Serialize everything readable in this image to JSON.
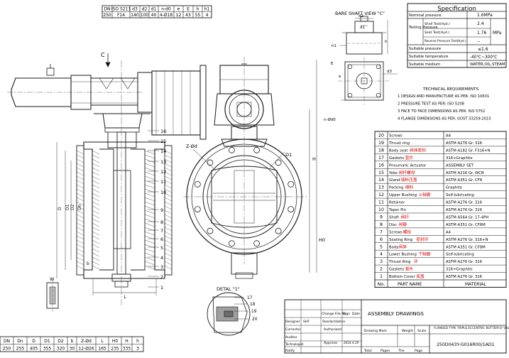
{
  "top_table": {
    "headers": [
      "DN",
      "ISO 5211",
      "d3",
      "d2",
      "d1",
      "n-d0",
      "e",
      "E",
      "h",
      "h1"
    ],
    "values": [
      "250",
      "F14",
      "140",
      "100",
      "40",
      "4-Ø18",
      "12",
      "43",
      "55",
      "4"
    ]
  },
  "bare_shaft_title": "BARE SHAFT VIEW \"C\"",
  "bare_shaft_labels": {
    "d2": "d2",
    "d1": "d1",
    "d3": "d3",
    "h1": "h1",
    "h": "h",
    "e": "e",
    "E": "E",
    "nd0": "n-Ød0"
  },
  "view_labels": {
    "c": "C",
    "z": "Z-Ød",
    "d1": "D1",
    "H": "H",
    "H0": "H0",
    "D": "D",
    "D1v": "D1",
    "D2": "D2",
    "Dn": "Dn",
    "b": "b",
    "W": "W",
    "L": "L"
  },
  "detail_title": "DETAL \"1\"",
  "detail_callouts": [
    "17",
    "18",
    "19",
    "20"
  ],
  "callouts": [
    "1",
    "2",
    "3",
    "4",
    "5",
    "6",
    "7",
    "8",
    "9",
    "10",
    "11",
    "12",
    "13",
    "14",
    "15",
    "16"
  ],
  "spec": {
    "title": "Specification",
    "nominal_label": "Nominal pressure",
    "nominal_value": "1.6MPa",
    "testing_label": "Testing\nPressure",
    "shell_label": "Shell Test(Hyd.)",
    "shell_value": "2.4",
    "seat_label": "Seat Test(Hyd.)",
    "seat_value": "1.76",
    "reverse_label": "Reverse Pressure Test(Hyd.)",
    "reverse_value": "--",
    "unit": "MPa",
    "sp_label": "Suitable pressure",
    "sp_value": "≤1.6",
    "st_label": "Suitable temperature",
    "st_value": "-40℃~300℃",
    "sm_label": "Suitable medium",
    "sm_value": "WATER,OIL,STEAM"
  },
  "tech": {
    "title": "TECHNICAL REQUIREMENTS",
    "items": [
      "1  DESIGN AND MANUFACTURE AS PER: ISO 10631",
      "2  PRESSURE TEST AS PER: ISO 5208",
      "3  FACE TO FACE DIMENSIONS AS PER: ISO 5752",
      "4  FLANGE DIMENSIONS AS PER: GOST 33259-2015"
    ]
  },
  "bom": {
    "rows": [
      {
        "no": "20",
        "name": "Screws",
        "cn": "",
        "mat": "A4"
      },
      {
        "no": "19",
        "name": "Thrust ring",
        "cn": "",
        "mat": "ASTM A276 Gr. 316"
      },
      {
        "no": "18",
        "name": "Body seat",
        "cn": "阀体密封",
        "mat": "ASTM A182 Gr. F316+N"
      },
      {
        "no": "17",
        "name": "Gaskets",
        "cn": "垫片",
        "mat": "316+Graphite"
      },
      {
        "no": "16",
        "name": "Pneumatic Actuator",
        "cn": "",
        "mat": "ASSEMBLY SET"
      },
      {
        "no": "15",
        "name": "Yoke",
        "cn": "阀杆螺母",
        "mat": "ASTM A216 Gr. WCB"
      },
      {
        "no": "14",
        "name": "Gland",
        "cn": "填料压盖",
        "mat": "ASTM A351 Gr. CF8"
      },
      {
        "no": "13",
        "name": "Packing",
        "cn": "填料",
        "mat": "Graphite"
      },
      {
        "no": "12",
        "name": "Upper Bushing",
        "cn": "上轴套",
        "mat": "Self-lubricating"
      },
      {
        "no": "11",
        "name": "Retainer",
        "cn": "",
        "mat": "ASTM A276 Gr. 316"
      },
      {
        "no": "10",
        "name": "Taper Pin",
        "cn": "",
        "mat": "ASTM A276 Gr. 316"
      },
      {
        "no": "9",
        "name": "Shaft",
        "cn": "阀杆",
        "mat": "ASTM A564 Gr. 17-4PH"
      },
      {
        "no": "8",
        "name": "Disc",
        "cn": "阀瓣",
        "mat": "ASTM A351 Gr. CF8M"
      },
      {
        "no": "7",
        "name": "Screws",
        "cn": "螺栓",
        "mat": "A4"
      },
      {
        "no": "6",
        "name": "Sealing Ring",
        "cn": "密封环",
        "mat": "ASTM A276 Gr. 316+N"
      },
      {
        "no": "5",
        "name": "Body",
        "cn": "阀体",
        "mat": "ASTM A351 Gr. CF8M"
      },
      {
        "no": "4",
        "name": "Lower Bushing",
        "cn": "下轴套",
        "mat": "Self-lubricating"
      },
      {
        "no": "3",
        "name": "Thrust Ring",
        "cn": "环",
        "mat": "ASTM A276 Gr. 316"
      },
      {
        "no": "2",
        "name": "Gaskets",
        "cn": "垫片",
        "mat": "316+Graphite"
      },
      {
        "no": "1",
        "name": "Bottom Cover",
        "cn": "底盖",
        "mat": "ASTM A276 Gr. 316"
      }
    ],
    "header": {
      "no": "No.",
      "name": "PART NAME",
      "mat": "MATERIAL"
    }
  },
  "bottom_table": {
    "headers": [
      "DN",
      "Dn",
      "D",
      "D1",
      "D2",
      "b",
      "Z-Ød",
      "L",
      "H0",
      "H"
    ],
    "values": [
      "250",
      "255",
      "405",
      "355",
      "320",
      "30",
      "12-Ø26",
      "165",
      "235",
      "335"
    ],
    "extra_header": "h",
    "extra_value": "3"
  },
  "title_block": {
    "main_title": "ASSEMBLY DRAWINGS",
    "product": "FLANGED TYPE TRIPLE ECCENTRIC BUTTERFLY VALVE",
    "drawing_no": "250D043Y-G016R00/1AD1",
    "change_file": "Change File No.",
    "sign": "Sign",
    "date": "Date",
    "designer": "Designer",
    "designer_name": "SHF",
    "corrector": "Corrector",
    "auditor": "Auditor",
    "technologist": "Technologist",
    "ratify": "Ratify",
    "standardization": "Standardization",
    "authorized": "Authorized",
    "approve": "Approve",
    "approve_date": "2024.4.29",
    "drawing_mark": "Drawing Mark",
    "weight": "Weight",
    "scale": "Scale",
    "total": "Total",
    "pages": "Pages",
    "the": "The",
    "page": "Page"
  }
}
